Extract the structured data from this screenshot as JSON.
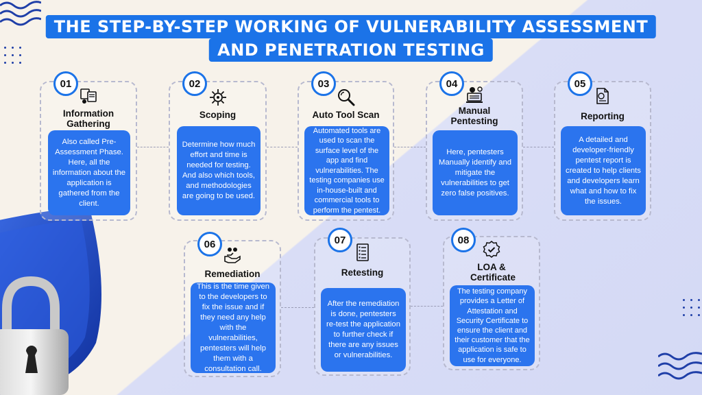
{
  "title": {
    "line1": "THE STEP-BY-STEP WORKING OF VULNERABILITY ASSESSMENT",
    "line2": "AND PENETRATION TESTING"
  },
  "steps": [
    {
      "num": "01",
      "title": "Information Gathering",
      "icon": "info-gathering-icon",
      "desc": "Also called Pre-Assessment Phase. Here, all the information about the application is gathered from the client."
    },
    {
      "num": "02",
      "title": "Scoping",
      "icon": "gear-scope-icon",
      "desc": "Determine how much effort and time is needed for testing. And also which tools, and methodologies are going to be used."
    },
    {
      "num": "03",
      "title": "Auto Tool Scan",
      "icon": "magnifier-icon",
      "desc": "Automated tools are used to scan the surface level of the app and find vulnerabilities. The testing companies use in-house-built and commercial tools to perform the pentest."
    },
    {
      "num": "04",
      "title": "Manual Pentesting",
      "icon": "computer-user-icon",
      "desc": "Here, pentesters Manually identify and mitigate the vulnerabilities to get zero false positives."
    },
    {
      "num": "05",
      "title": "Reporting",
      "icon": "report-document-icon",
      "desc": "A detailed and developer-friendly pentest report is created to help clients and developers learn what and how to fix the issues."
    },
    {
      "num": "06",
      "title": "Remediation",
      "icon": "helping-hand-icon",
      "desc": "This is the time given to the developers to fix the issue and if they need any help with the vulnerabilities, pentesters will help them with a consultation call."
    },
    {
      "num": "07",
      "title": "Retesting",
      "icon": "checklist-icon",
      "desc": "After the remediation is done, pentesters re-test the application to further check if there are any issues or vulnerabilities."
    },
    {
      "num": "08",
      "title": "LOA & Certificate",
      "icon": "certificate-badge-icon",
      "desc": "The testing company provides a Letter of Attestation and Security Certificate to ensure the client and their customer that the application is safe to use for everyone."
    }
  ],
  "colors": {
    "accent": "#1b73e8",
    "card_fill": "#2b74ee",
    "background_light": "#f7f2ea",
    "background_blue": "#d4d9f5"
  }
}
